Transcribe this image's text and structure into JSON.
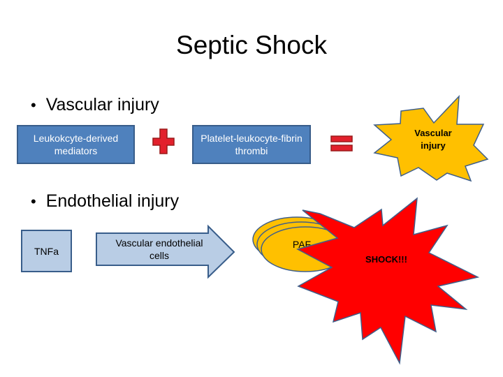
{
  "slide": {
    "title": "Septic Shock",
    "bullets": [
      "Vascular injury",
      "Endothelial injury"
    ]
  },
  "row1": {
    "box1": "Leukokcyte-derived mediators",
    "box2": "Platelet-leukocyte-fibrin thrombi",
    "star_label": [
      "Vascular",
      "injury"
    ]
  },
  "row2": {
    "tnf": "TNFa",
    "arrow_label": [
      "Vascular endothelial",
      "cells"
    ],
    "paf": "PAF",
    "shock": "SHOCK!!!"
  },
  "colors": {
    "box_blue": "#4f81bd",
    "light_blue": "#b9cde5",
    "red": "#e2202c",
    "yellow": "#ffc000",
    "shock_red": "#ff0000"
  }
}
